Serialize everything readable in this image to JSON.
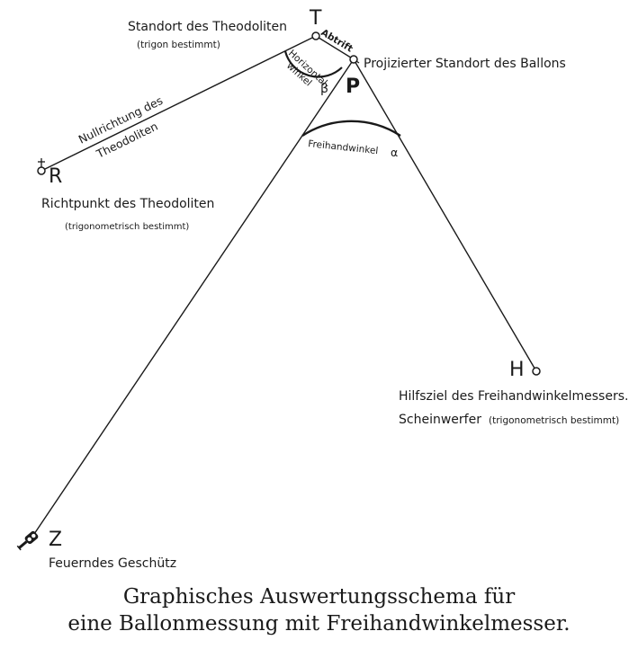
{
  "points": {
    "T": {
      "letter": "T",
      "label": "Standort des Theodoliten",
      "sublabel": "(trigon bestimmt)"
    },
    "R": {
      "letter": "R",
      "label": "Richtpunkt des Theodoliten",
      "sublabel": "(trigonometrisch bestimmt)"
    },
    "P": {
      "letter": "P",
      "label": "Projizierter Standort des Ballons"
    },
    "H": {
      "letter": "H",
      "label": "Hilfsziel des Freihandwinkelmessers.",
      "label2": "Scheinwerfer",
      "sublabel": "(trigonometrisch bestimmt)"
    },
    "Z": {
      "letter": "Z",
      "label": "Feuerndes Geschütz"
    }
  },
  "lines": {
    "TR": {
      "label1": "Nullrichtung des",
      "label2": "Theodoliten"
    },
    "TP": {
      "label": "Abtrift"
    }
  },
  "angles": {
    "horizontal": {
      "label1": "Horizontal-",
      "label2": "winkel",
      "symbol": "β"
    },
    "freihand": {
      "label": "Freihandwinkel",
      "symbol": "α"
    }
  },
  "caption": {
    "line1": "Graphisches Auswertungsschema für",
    "line2": "eine Ballonmessung mit Freihandwinkelmesser."
  }
}
